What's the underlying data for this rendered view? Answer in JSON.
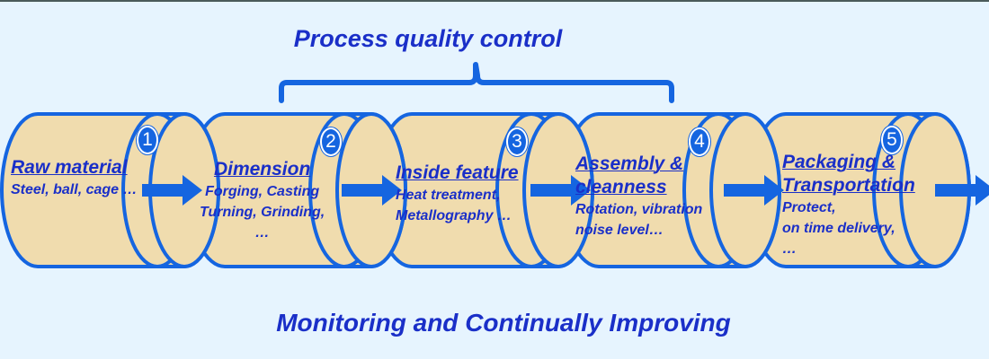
{
  "diagram": {
    "top_title": "Process quality control",
    "bottom_title": "Monitoring and Continually Improving",
    "colors": {
      "background": "#e6f4fe",
      "cylinder_fill": "#f0dcae",
      "outline": "#1565e0",
      "text": "#1a2fc8"
    },
    "stages": [
      {
        "number": "1",
        "title_lines": [
          "Raw material"
        ],
        "desc_lines": [
          "Steel, ball, cage …"
        ]
      },
      {
        "number": "2",
        "title_lines": [
          "Dimension"
        ],
        "desc_lines": [
          "Forging, Casting",
          "Turning, Grinding,",
          "…"
        ]
      },
      {
        "number": "3",
        "title_lines": [
          "Inside feature"
        ],
        "desc_lines": [
          "Heat treatment,",
          "Metallography …"
        ]
      },
      {
        "number": "4",
        "title_lines": [
          "Assembly &",
          "cleanness"
        ],
        "desc_lines": [
          "Rotation, vibration",
          "noise level…"
        ]
      },
      {
        "number": "5",
        "title_lines": [
          "Packaging &",
          "Transportation"
        ],
        "desc_lines": [
          "Protect,",
          "on time delivery,",
          "…"
        ]
      }
    ]
  }
}
